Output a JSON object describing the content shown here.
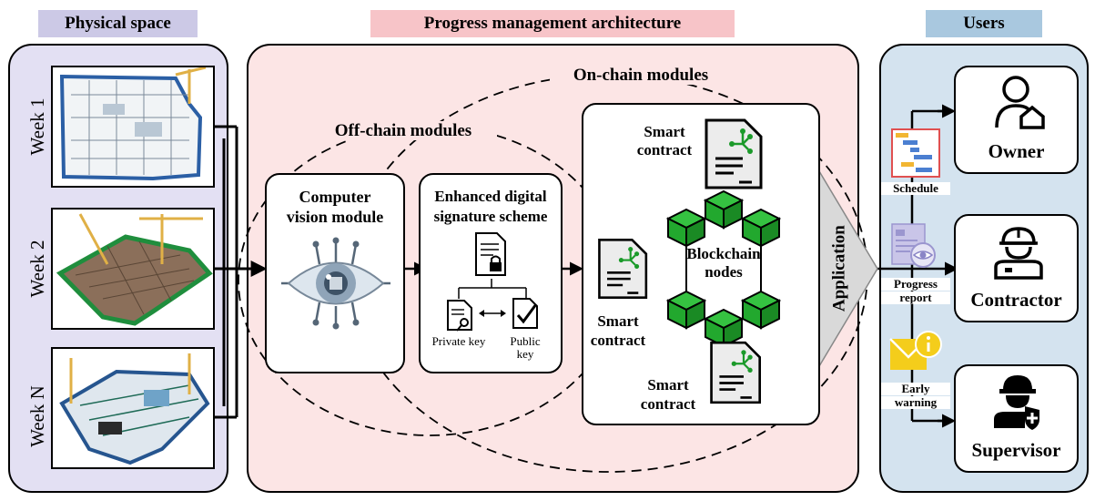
{
  "headers": {
    "physical": "Physical space",
    "architecture": "Progress management architecture",
    "users": "Users"
  },
  "weeks": [
    "Week 1",
    "Week 2",
    "Week N"
  ],
  "offchain_label": "Off-chain modules",
  "onchain_label": "On-chain modules",
  "cv_module": {
    "line1": "Computer",
    "line2": "vision module"
  },
  "signature": {
    "line1": "Enhanced digital",
    "line2": "signature scheme",
    "private": "Private key",
    "public": "Public key"
  },
  "blockchain": {
    "line1": "Blockchain",
    "line2": "nodes"
  },
  "smart_contract": {
    "line1": "Smart",
    "line2": "contract"
  },
  "application": "Application",
  "reports": {
    "schedule": "Schedule",
    "progress_1": "Progress",
    "progress_2": "report",
    "warning_1": "Early",
    "warning_2": "warning"
  },
  "users": [
    "Owner",
    "Contractor",
    "Supervisor"
  ],
  "colors": {
    "physical_header": "#ccc9e6",
    "physical_panel": "#e3e0f3",
    "arch_header": "#f7c4c8",
    "arch_panel": "#fce5e5",
    "users_header": "#a9c8df",
    "users_panel": "#d4e3ef",
    "block_green": "#22a82e"
  }
}
